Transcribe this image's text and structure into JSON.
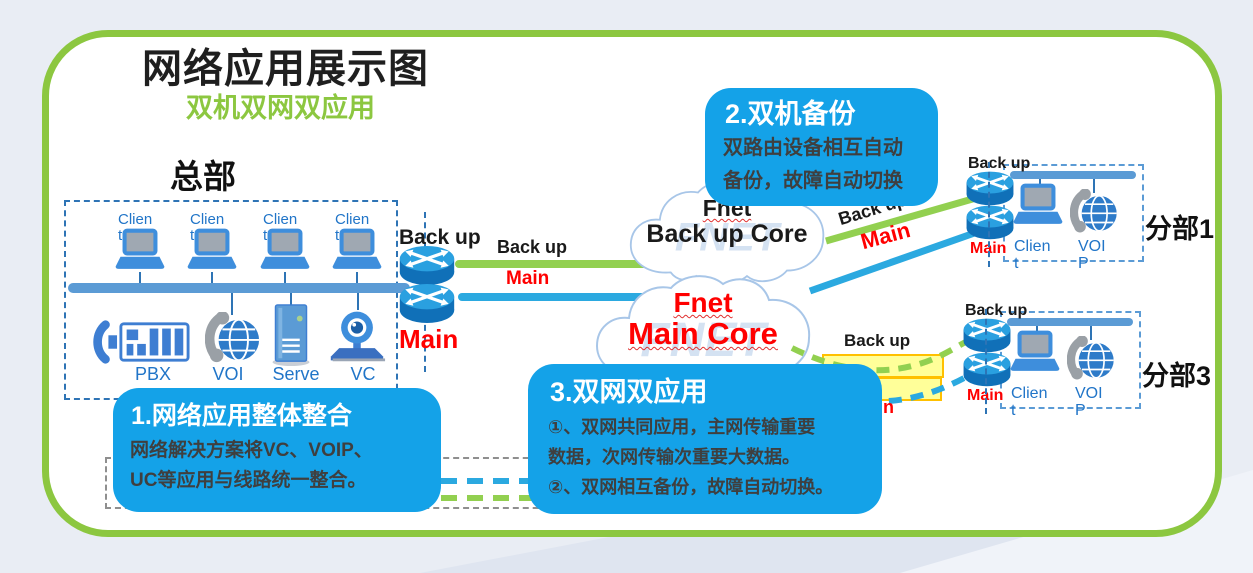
{
  "title": "网络应用展示图",
  "subtitle": "双机双网双应用",
  "hq": {
    "title": "总部",
    "clients": [
      {
        "l1": "Clien",
        "l2": "t"
      },
      {
        "l1": "Clien",
        "l2": "t"
      },
      {
        "l1": "Clien",
        "l2": "t"
      },
      {
        "l1": "Clien",
        "l2": "t"
      }
    ],
    "devices": [
      {
        "label": "PBX"
      },
      {
        "label": "VOI"
      },
      {
        "label": "Serve"
      },
      {
        "label": "VC"
      }
    ],
    "router_backup_label": "Back up",
    "router_main_label": "Main"
  },
  "links": {
    "hq_backup": "Back up",
    "hq_main": "Main",
    "b1_backup": "Back up",
    "b1_main": "Main",
    "b3_backup": "Back up",
    "b3_main": "Main"
  },
  "clouds": {
    "backup": {
      "l1": "Fnet",
      "l2": "Back up Core",
      "watermark": "FNET"
    },
    "main": {
      "l1": "Fnet",
      "l2": "Main Core",
      "watermark": "FNET"
    }
  },
  "branches": [
    {
      "name": "分部1",
      "backup_label": "Back up",
      "main_label": "Main",
      "client": {
        "l1": "Clien",
        "l2": "t"
      },
      "voip": {
        "l1": "VOI",
        "l2": "P"
      }
    },
    {
      "name": "分部3",
      "backup_label": "Back up",
      "main_label": "Main",
      "client": {
        "l1": "Clien",
        "l2": "t"
      },
      "voip": {
        "l1": "VOI",
        "l2": "P"
      }
    }
  ],
  "callouts": [
    {
      "title": "1.网络应用整体整合",
      "body": [
        "网络解决方案将VC、VOIP、",
        "UC等应用与线路统一整合。"
      ]
    },
    {
      "title": "2.双机备份",
      "body": [
        "双路由设备相互自动",
        "备份，故障自动切换"
      ]
    },
    {
      "title": "3.双网双应用",
      "body": [
        "①、双网共同应用，主网传输重要",
        "数据，次网传输次重要大数据。",
        "②、双网相互备份，故障自动切换。"
      ]
    }
  ],
  "colors": {
    "accent_blue": "#14A2E8",
    "green": "#8CC740",
    "line_blue": "#2BA9E0",
    "bus_blue": "#5B9BD5",
    "red": "#FF0000",
    "dark_text": "#3F3F3F",
    "label_blue": "#2175C8",
    "yellow_fill": "#FFFF99",
    "yellow_border": "#FFC000"
  }
}
